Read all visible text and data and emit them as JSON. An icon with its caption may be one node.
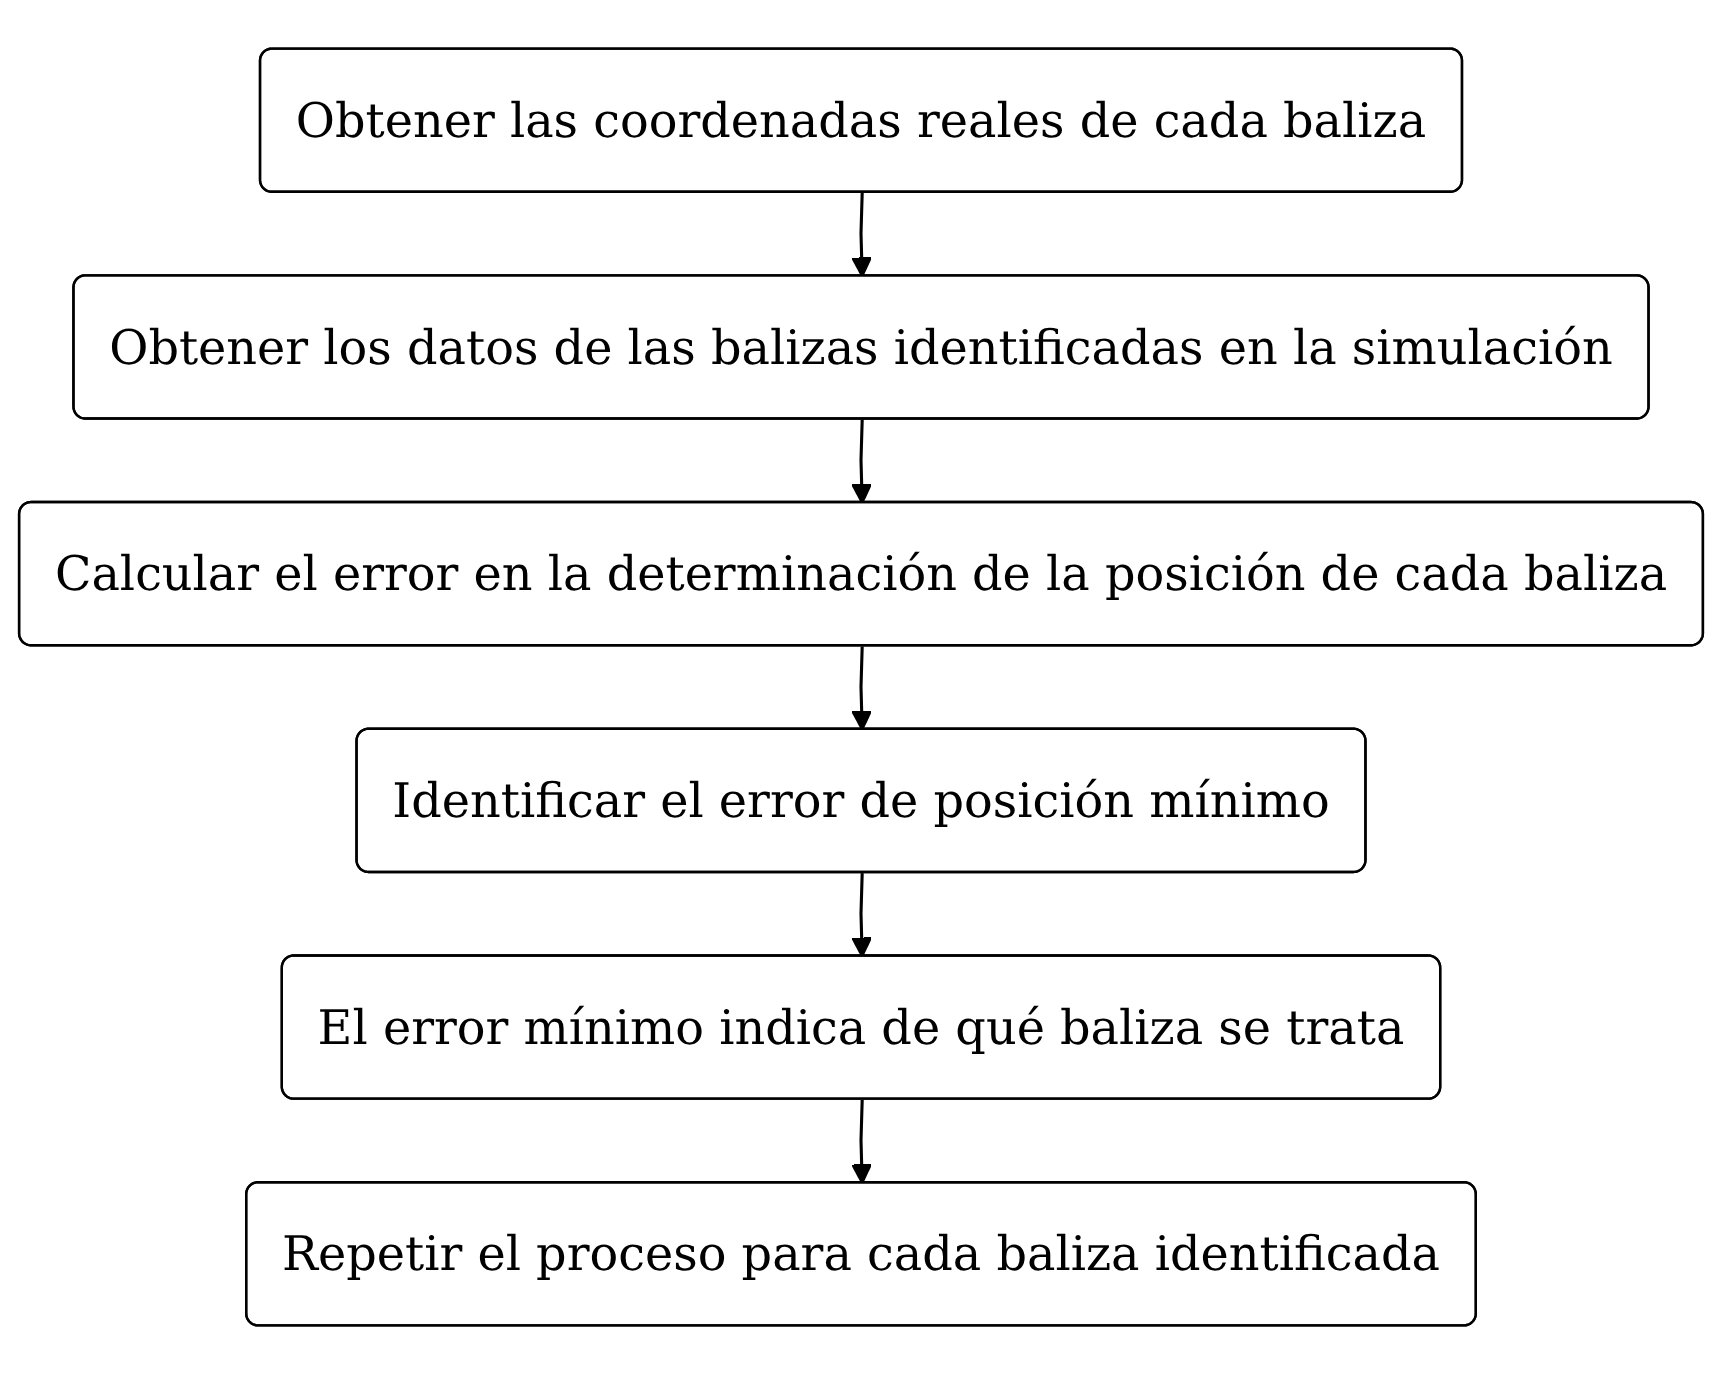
{
  "diagram": {
    "nodes": [
      {
        "text": [
          "Obtener las coordenadas reales de cada baliza"
        ]
      },
      {
        "text": [
          "Obtener los datos de las balizas identificadas en la simulación"
        ]
      },
      {
        "text": [
          "Calcular el error en la determinación de la posición de cada baliza"
        ]
      },
      {
        "text": [
          "Identificar el error de posición mínimo"
        ]
      },
      {
        "text": [
          "El error mínimo indica de qué baliza se trata"
        ]
      },
      {
        "text": [
          "Repetir el proceso para cada baliza identificada"
        ]
      }
    ],
    "edges": [
      {
        "from": 0,
        "to": 1,
        "arrow": "to"
      },
      {
        "from": 1,
        "to": 2,
        "arrow": "to"
      },
      {
        "from": 2,
        "to": 3,
        "arrow": "to"
      },
      {
        "from": 3,
        "to": 4,
        "arrow": "to"
      },
      {
        "from": 4,
        "to": 5,
        "arrow": "to"
      }
    ]
  }
}
